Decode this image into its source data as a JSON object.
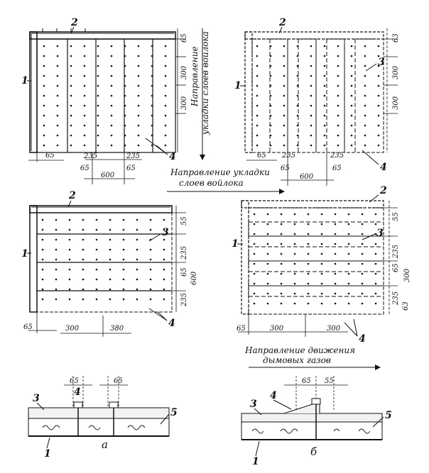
{
  "figure": {
    "callouts": {
      "wall": "1",
      "frame": "2",
      "felt": "3",
      "pins": "4",
      "lining": "5"
    },
    "dims": {
      "d65": "65",
      "d235": "235",
      "d300": "300",
      "d380": "380",
      "d600": "600",
      "d55": "55",
      "d63": "63"
    },
    "captions": {
      "felt_dir_line1": "Направление укладки",
      "felt_dir_line2": "слоев войлока",
      "felt_vertical_line1": "Направление",
      "felt_vertical_line2": "укладки слоев войлока",
      "gas_line1": "Направление движения",
      "gas_line2": "дымовых газов"
    },
    "subfig": {
      "a": "а",
      "b": "б"
    }
  }
}
